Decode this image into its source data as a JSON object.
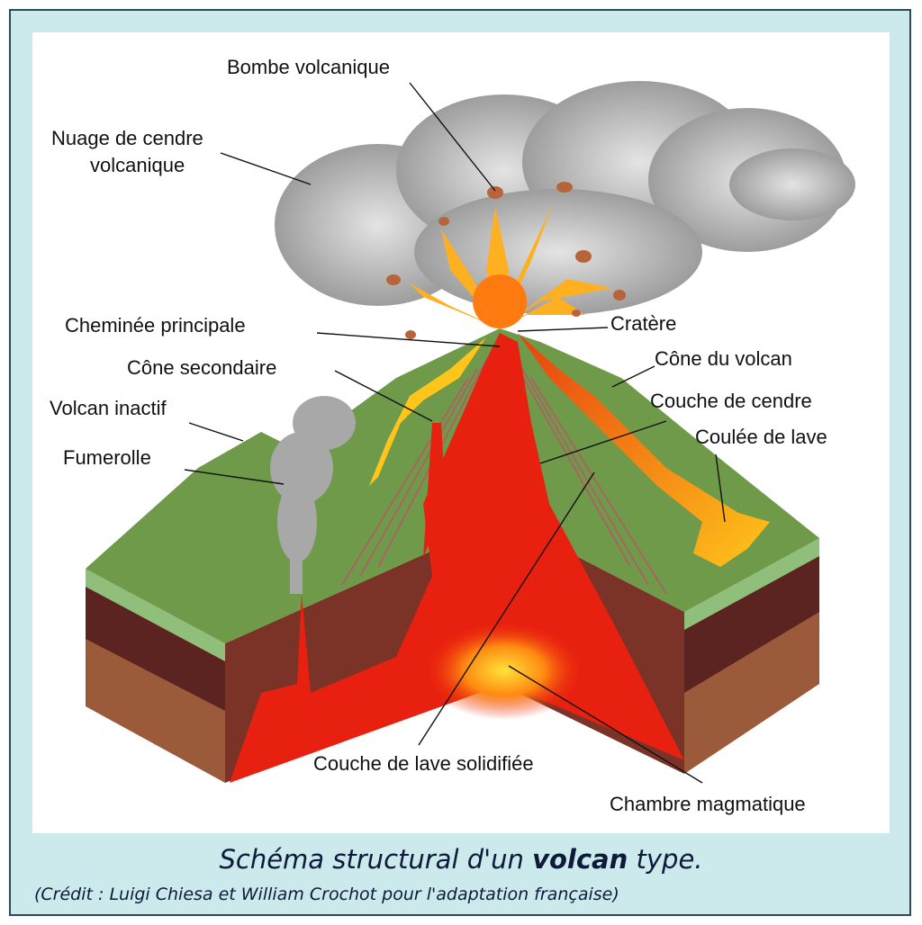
{
  "labels": {
    "bombe": "Bombe volcanique",
    "nuage_1": "Nuage de cendre",
    "nuage_2": "volcanique",
    "cheminee": "Cheminée principale",
    "cratere": "Cratère",
    "cone_volcan": "Cône du volcan",
    "cone_secondaire": "Cône secondaire",
    "couche_cendre": "Couche de cendre",
    "volcan_inactif": "Volcan inactif",
    "coulee": "Coulée de lave",
    "fumerolle": "Fumerolle",
    "lave_solidifiee": "Couche de lave solidifiée",
    "chambre": "Chambre magmatique"
  },
  "caption": {
    "pre": "Schéma structural d'un ",
    "bold": "volcan",
    "post": " type."
  },
  "credit": "(Crédit : Luigi Chiesa et William Crochot pour l'adaptation française)"
}
